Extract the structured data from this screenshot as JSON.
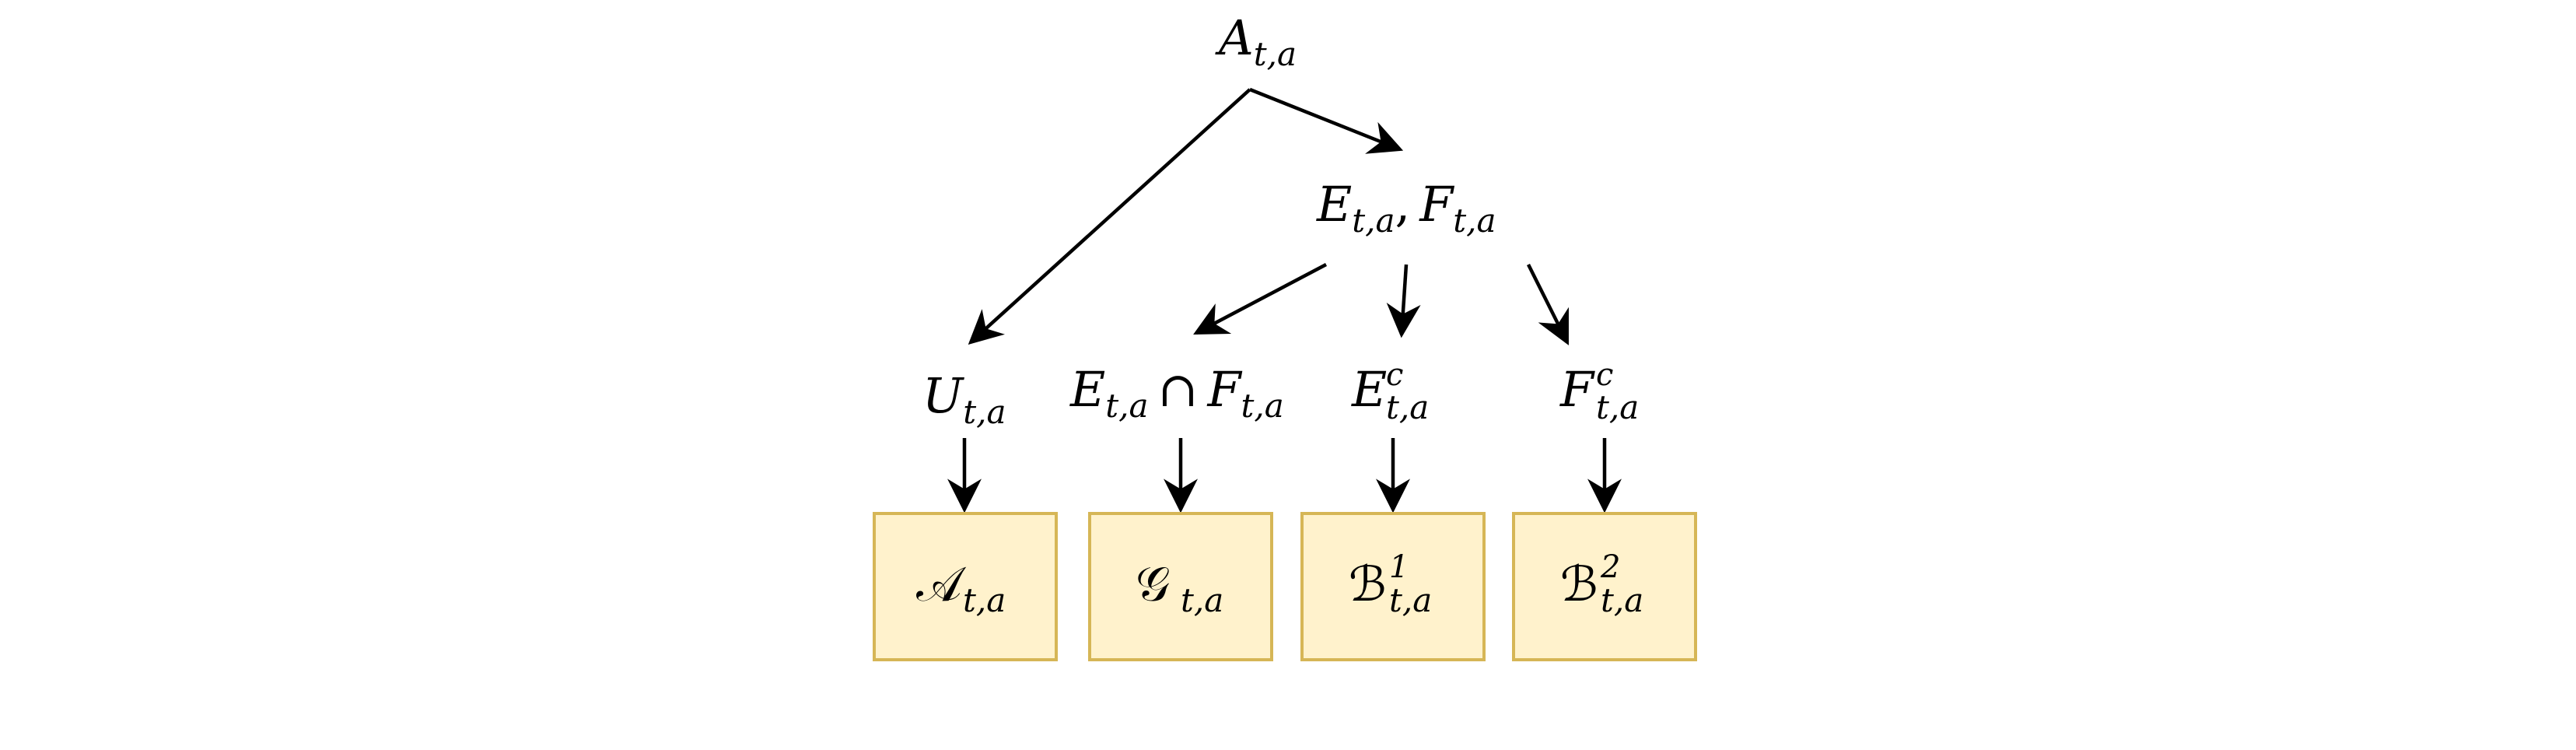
{
  "colors": {
    "box_fill": "#fff2cc",
    "box_stroke": "#d6b656",
    "edge": "#000000"
  },
  "nodes": {
    "root": {
      "main": "A",
      "sub": "t,a"
    },
    "ef": {
      "main_1": "E",
      "sub_1": "t,a",
      "sep": ",",
      "main_2": "F",
      "sub_2": "t,a"
    },
    "u": {
      "main": "U",
      "sub": "t,a"
    },
    "intersection": {
      "main_1": "E",
      "sub_1": "t,a",
      "op": "∩",
      "main_2": "F",
      "sub_2": "t,a"
    },
    "e_complement": {
      "main": "E",
      "sup": "c",
      "sub": "t,a"
    },
    "f_complement": {
      "main": "F",
      "sup": "c",
      "sub": "t,a"
    }
  },
  "boxes": [
    {
      "main": "𝒜",
      "sub": "t,a",
      "sup": ""
    },
    {
      "main": "𝒢",
      "sub": "t,a",
      "sup": ""
    },
    {
      "main": "ℬ",
      "sub": "t,a",
      "sup": "1"
    },
    {
      "main": "ℬ",
      "sub": "t,a",
      "sup": "2"
    }
  ]
}
